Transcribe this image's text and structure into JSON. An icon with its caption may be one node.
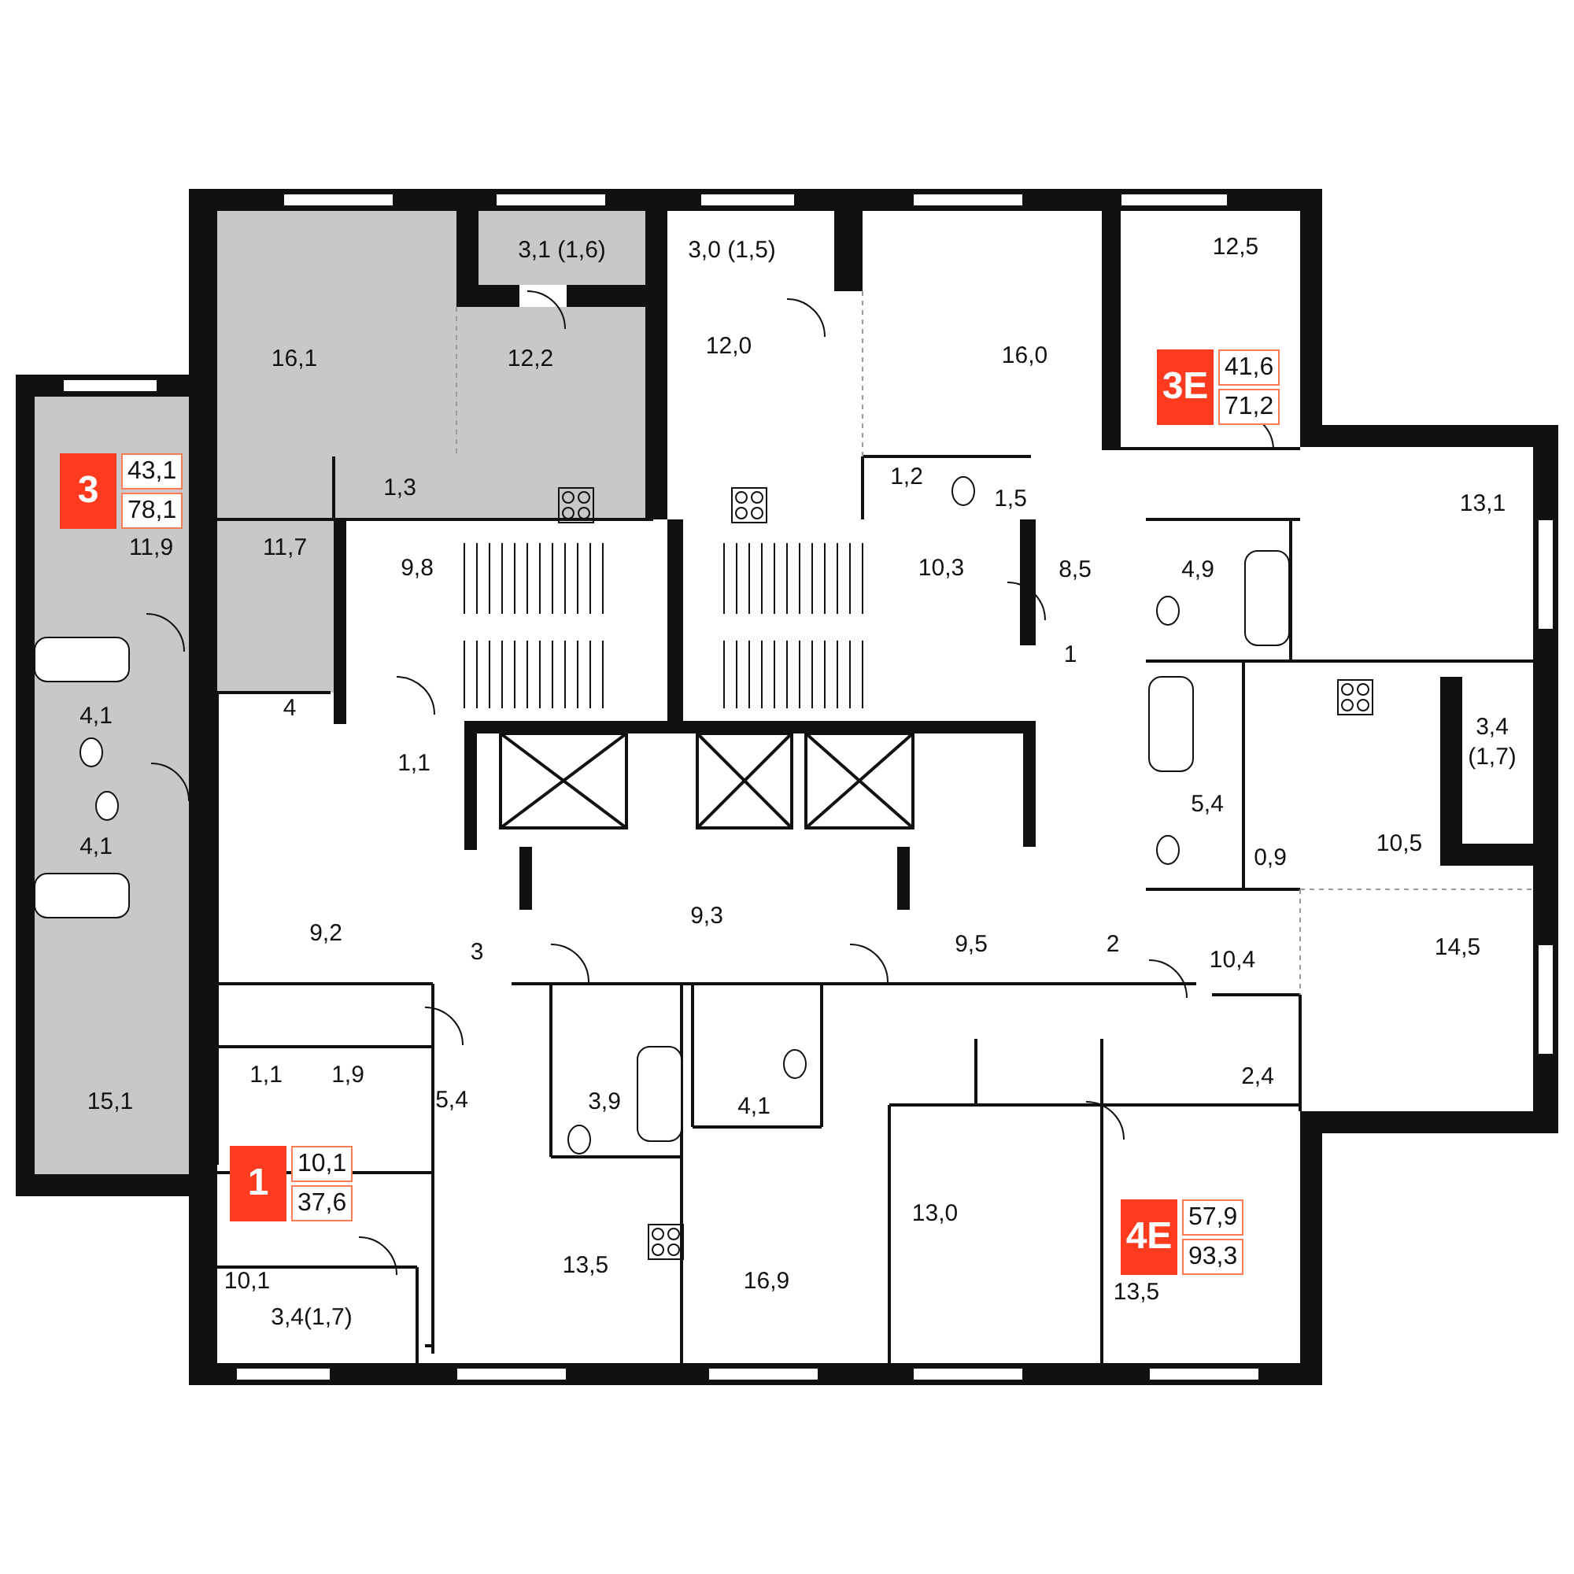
{
  "diagram": {
    "nodes": [
      {
        "text": [
          "3Е",
          "41,6",
          "71,2"
        ]
      },
      {
        "text": [
          "3",
          "43,1",
          "78,1"
        ]
      },
      {
        "text": [
          "1",
          "10,1",
          "37,6"
        ]
      },
      {
        "text": [
          "4Е",
          "57,9",
          "93,3"
        ]
      }
    ],
    "labels": [
      "3,1 (1,6)",
      "3,0 (1,5)",
      "12,5",
      "16,1",
      "12,2",
      "12,0",
      "16,0",
      "1,3",
      "1,2",
      "1,5",
      "13,1",
      "11,9",
      "11,7",
      "9,8",
      "10,3",
      "8,5",
      "4,9",
      "1",
      "4",
      "4,1",
      "3,4 (1,7)",
      "1,1",
      "5,4",
      "4,1",
      "0,9",
      "10,5",
      "9,2",
      "3",
      "9,3",
      "9,5",
      "2",
      "10,4",
      "14,5",
      "1,1",
      "1,9",
      "5,4",
      "3,9",
      "4,1",
      "2,4",
      "15,1",
      "10,1",
      "13,5",
      "16,9",
      "13,0",
      "13,5",
      "3,4(1,7)"
    ]
  }
}
